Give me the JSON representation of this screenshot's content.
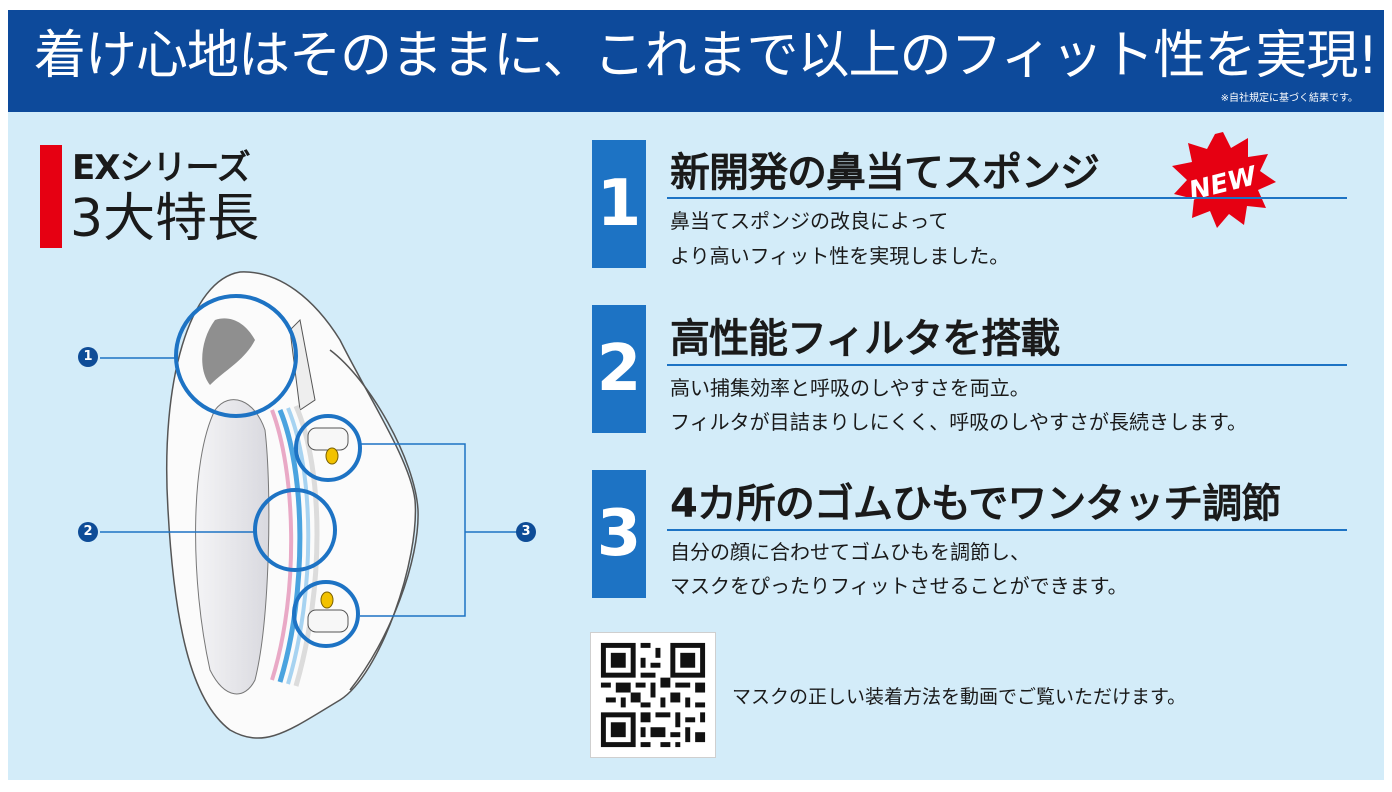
{
  "banner": {
    "title": "着け心地はそのままに、これまで以上のフィット性を実現!",
    "note": "※自社規定に基づく結果です。"
  },
  "series": {
    "name": "EXシリーズ",
    "subtitle": "3大特長"
  },
  "markers": [
    "1",
    "2",
    "3"
  ],
  "badge": {
    "label": "NEW",
    "color": "#e60012"
  },
  "features": [
    {
      "number": "1",
      "title": "新開発の鼻当てスポンジ",
      "lines": [
        "鼻当てスポンジの改良によって",
        "より高いフィット性を実現しました。"
      ]
    },
    {
      "number": "2",
      "title": "高性能フィルタを搭載",
      "lines": [
        "高い捕集効率と呼吸のしやすさを両立。",
        "フィルタが目詰まりしにくく、呼吸のしやすさが長続きします。"
      ]
    },
    {
      "number": "3",
      "title": "4カ所のゴムひもでワンタッチ調節",
      "lines": [
        "自分の顔に合わせてゴムひもを調節し、",
        "マスクをぴったりフィットさせることができます。"
      ]
    }
  ],
  "qr": {
    "caption": "マスクの正しい装着方法を動画でご覧いただけます。"
  },
  "colors": {
    "banner": "#0d4a9b",
    "panel": "#d3ecf9",
    "accent": "#1d73c4",
    "red": "#e60012"
  }
}
